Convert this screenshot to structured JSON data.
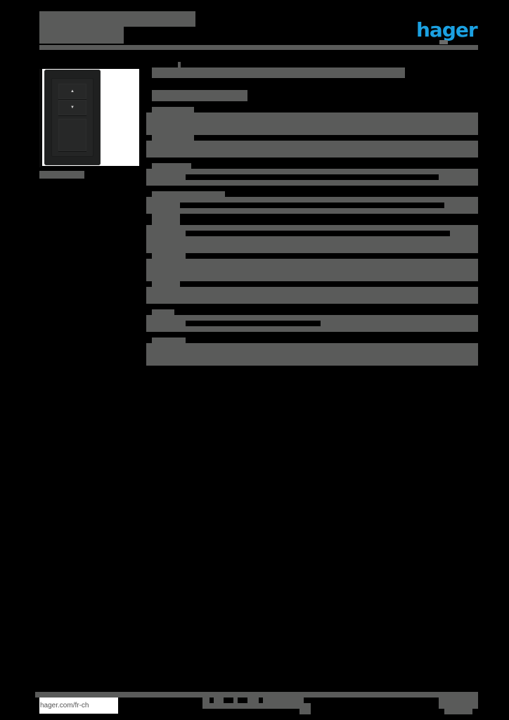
{
  "header": {
    "title_redacted": true,
    "subtitle_redacted": true,
    "logo_text": "hager",
    "logo_color": "#1ba1e2"
  },
  "product": {
    "image_alt": "Double push-button switch, black, two-rocker with up/down arrows",
    "arrow_up": "▲",
    "arrow_down": "▼",
    "caption_redacted": true
  },
  "content": {
    "heading_redacted": true,
    "subheading_redacted": true,
    "sections": [
      {
        "label_redacted": true,
        "rows": 2
      },
      {
        "label_redacted": true,
        "rows": 1
      },
      {
        "label_redacted": true,
        "rows": 1
      },
      {
        "label_redacted": true,
        "rows": 2
      },
      {
        "label_redacted": true,
        "rows": 2
      },
      {
        "label_redacted": true,
        "rows": 1
      },
      {
        "label_redacted": true,
        "rows": 1
      },
      {
        "label_redacted": true,
        "rows": 1
      }
    ]
  },
  "footer": {
    "link_text": "hager.com/fr-ch",
    "center_redacted": true,
    "page_info_redacted": true
  },
  "colors": {
    "background": "#000000",
    "redaction": "#5a5b5a",
    "brand": "#1ba1e2"
  }
}
